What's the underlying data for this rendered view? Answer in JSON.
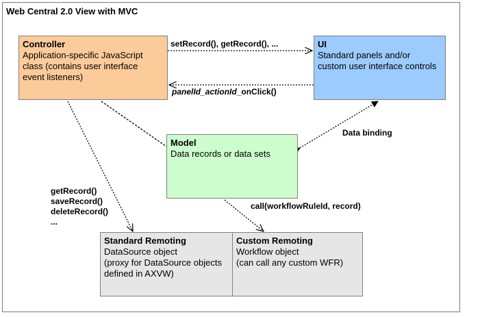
{
  "frame": {
    "title": "Web Central 2.0 View with MVC"
  },
  "controller": {
    "title": "Controller",
    "desc": [
      "Application-specific JavaScript",
      "class (contains user interface",
      "event listeners)"
    ]
  },
  "ui": {
    "title": "UI",
    "desc": [
      "Standard panels and/or",
      "custom user interface controls"
    ]
  },
  "model": {
    "title": "Model",
    "desc": [
      "Data records or data sets"
    ]
  },
  "standard_remoting": {
    "title": "Standard Remoting",
    "desc": [
      "DataSource object",
      "(proxy for DataSource objects",
      "defined in AXVW)"
    ]
  },
  "custom_remoting": {
    "title": "Custom Remoting",
    "desc": [
      "Workflow object",
      "(can call any custom WFR)"
    ]
  },
  "edges": {
    "set_get": "setRecord(), getRecord(), ...",
    "onclick_italic": "panelId_actionId",
    "onclick_rest": "_onClick()",
    "data_binding": "Data binding",
    "call": "call(workflowRuleId, record)",
    "methods": [
      "getRecord()",
      "saveRecord()",
      "deleteRecord()",
      "..."
    ]
  }
}
